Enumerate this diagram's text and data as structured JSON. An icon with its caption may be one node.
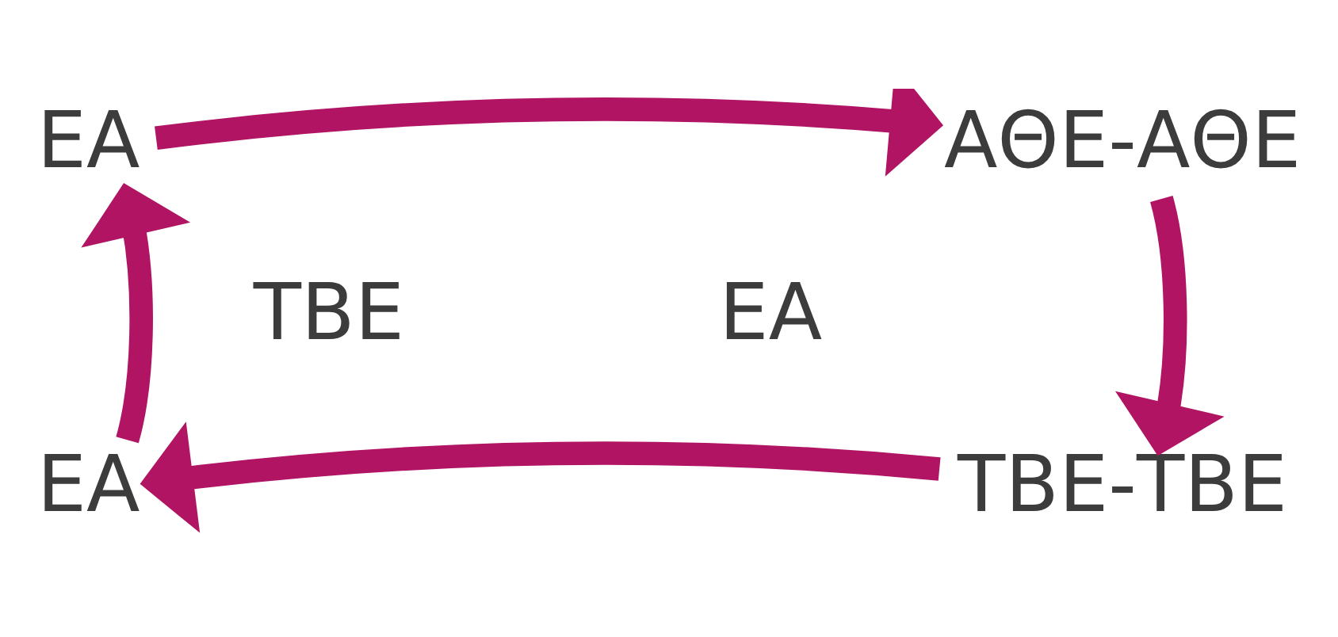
{
  "diagram": {
    "nodes": [
      {
        "text": [
          "ΕΑ"
        ]
      },
      {
        "text": [
          "ΑΘΕ-ΑΘΕ"
        ]
      },
      {
        "text": [
          "ΤΒΕ-ΤΒΕ"
        ]
      },
      {
        "text": [
          "ΕΑ"
        ]
      }
    ],
    "edges": [
      {
        "from": 0,
        "to": 1,
        "arrow": "to"
      },
      {
        "from": 1,
        "to": 2,
        "arrow": "to"
      },
      {
        "from": 2,
        "to": 3,
        "arrow": "to"
      },
      {
        "from": 3,
        "to": 0,
        "arrow": "to"
      }
    ],
    "labels": [
      "ΕΑ",
      "ΤΒΕ"
    ]
  }
}
